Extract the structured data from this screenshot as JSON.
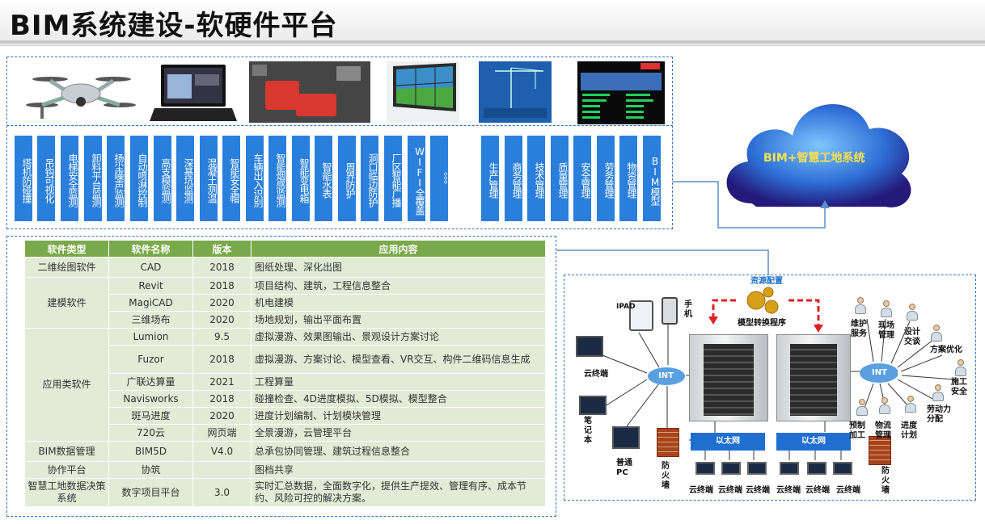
{
  "page": {
    "title": "BIM系统建设-软硬件平台"
  },
  "hardware": {
    "features_left": [
      "塔机防碰撞",
      "吊钩可视化",
      "电梯安全监测",
      "卸料平台监测",
      "扬尘噪声监测",
      "自动喷淋控制",
      "高支模监测",
      "深基坑监测",
      "混凝土测温",
      "智能安全帽",
      "车辆出入识别",
      "智能烟感监测",
      "智能变电箱",
      "智能水表",
      "周界防护",
      "洞口临边防护",
      "厂区智能广播",
      "WIFI全覆盖",
      "。。。"
    ],
    "features_right": [
      "生产管理",
      "商务管理",
      "技术管理",
      "质量管理",
      "安全管理",
      "劳务管理",
      "物资管理",
      "BIM模型"
    ]
  },
  "cloud": {
    "label": "BIM+智慧工地系统"
  },
  "software_table": {
    "headers": [
      "软件类型",
      "软件名称",
      "版本",
      "应用内容"
    ],
    "groups": [
      "二维绘图软件",
      "建模软件",
      "应用类软件",
      "BIM数据管理",
      "协作平台",
      "智慧工地数据决策系统"
    ],
    "rows": [
      [
        "CAD",
        "2018",
        "图纸处理、深化出图"
      ],
      [
        "Revit",
        "2018",
        "项目结构、建筑，工程信息整合"
      ],
      [
        "MagiCAD",
        "2020",
        "机电建模"
      ],
      [
        "三维场布",
        "2020",
        "场地规划，输出平面布置"
      ],
      [
        "Lumion",
        "9.5",
        "虚拟漫游、效果图输出、景观设计方案讨论"
      ],
      [
        "Fuzor",
        "2018",
        "虚拟漫游、方案讨论、模型查看、VR交互、构件二维码信息生成"
      ],
      [
        "广联达算量",
        "2021",
        "工程算量"
      ],
      [
        "Navisworks",
        "2018",
        "碰撞检查、4D进度模拟、5D模拟、模型整合"
      ],
      [
        "斑马进度",
        "2020",
        "进度计划编制、计划模块管理"
      ],
      [
        "720云",
        "网页端",
        "全景漫游，云管理平台"
      ],
      [
        "BIM5D",
        "V4.0",
        "总承包协同管理、建筑过程信息整合"
      ],
      [
        "协筑",
        "",
        "图档共享"
      ],
      [
        "数字项目平台",
        "3.0",
        "实时汇总数据，全面数字化，提供生产提效、管理有序、成本节约、风险可控的解决方案。"
      ]
    ]
  },
  "architecture": {
    "resource_config": "资源配置",
    "model_program": "模型转换程序",
    "ipad": "IPAD",
    "phone": "手机",
    "cloud_terminal": "云终端",
    "laptop": "笔记本",
    "pc": "普通PC",
    "firewall": "防火墙",
    "int": "INT",
    "ethernet": "以太网",
    "roles": [
      "维护服务",
      "现场管理",
      "设计交谈",
      "方案优化",
      "施工安全",
      "劳动力分配",
      "进度计划",
      "物流管理",
      "预制加工"
    ],
    "colors": {
      "accent": "#2a7fdc",
      "table_header": "#79a94a",
      "table_cell": "#e1ebd6",
      "arrow": "#e02020"
    }
  }
}
